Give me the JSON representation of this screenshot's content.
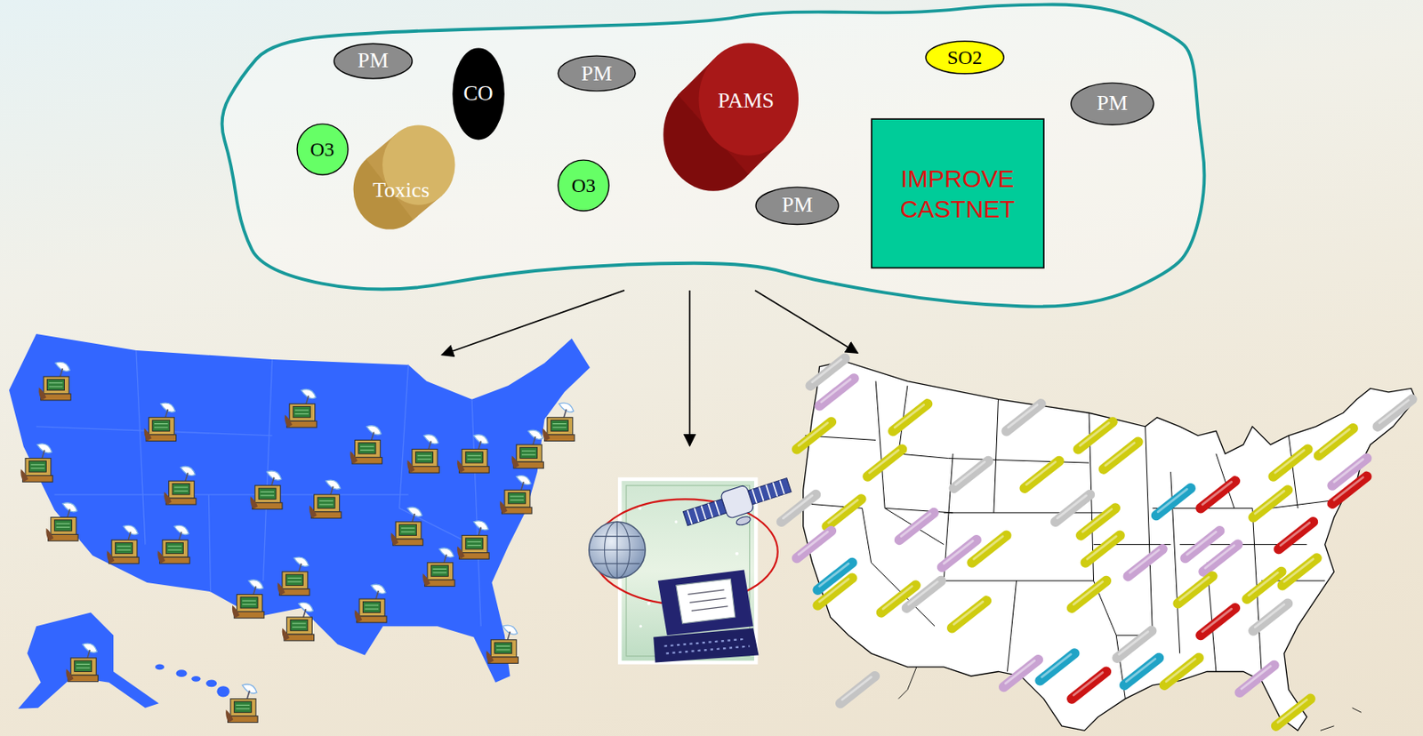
{
  "diagram": {
    "nodes": [
      {
        "text": [
          "PM"
        ]
      },
      {
        "text": [
          "CO"
        ]
      },
      {
        "text": [
          "PM"
        ]
      },
      {
        "text": [
          "PAMS"
        ]
      },
      {
        "text": [
          "SO2"
        ]
      },
      {
        "text": [
          "PM"
        ]
      },
      {
        "text": [
          "O3"
        ]
      },
      {
        "text": [
          "Toxics"
        ]
      },
      {
        "text": [
          "O3"
        ]
      },
      {
        "text": [
          "PM"
        ]
      },
      {
        "text": [
          "IMPROVE CASTNET"
        ]
      }
    ]
  }
}
